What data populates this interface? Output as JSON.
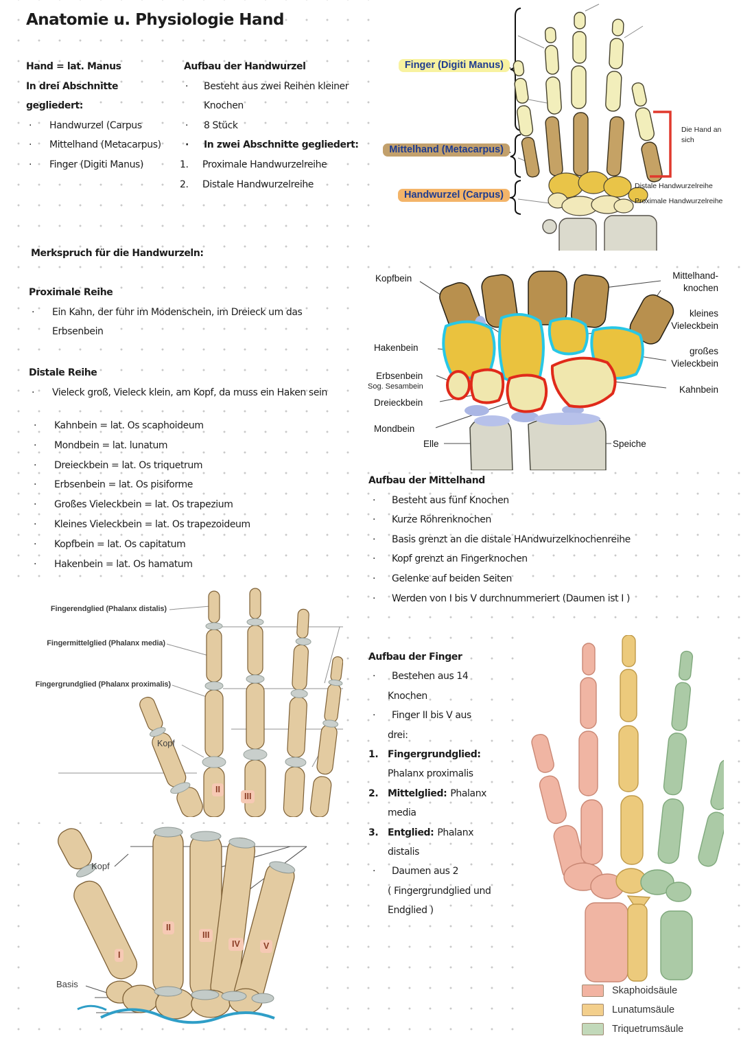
{
  "ui": {
    "bullet": "·"
  },
  "title": "Anatomie u. Physiologie Hand",
  "intro": {
    "line1": "Hand = lat. Manus",
    "line2": "In drei Abschnitte",
    "line3": "gegliedert:",
    "items": [
      "Handwurzel (Carpus",
      "Mittelhand (Metacarpus)",
      "Finger (Digiti Manus)"
    ]
  },
  "handwurzel_aufbau": {
    "heading": "Aufbau der Handwurzel",
    "b1_line1": "Besteht aus zwei Reihen kleiner",
    "b1_line2": "Knochen",
    "b2": "8 Stück",
    "b3": "In zwei Abschnitte gegliedert:",
    "num1": "1.",
    "num1_text": "Proximale Handwurzelreihe",
    "num2": "2.",
    "num2_text": "Distale Handwurzelreihe"
  },
  "hand_overview": {
    "finger_label": "Finger (Digiti Manus)",
    "mittelhand_label": "Mittelhand (Metacarpus)",
    "handwurzel_label": "Handwurzel (Carpus)",
    "die_hand_line1": "Die Hand an",
    "die_hand_line2": "sich",
    "distale": "Distale Handwurzelreihe",
    "proximale": "Proximale Handwurzelreihe",
    "finger_highlight": "#f8f2a0",
    "mittelhand_highlight": "#c2a06c",
    "handwurzel_highlight": "#f3b469",
    "bracket_red": "#e0392d"
  },
  "merkspruch": {
    "heading": "Merkspruch für die Handwurzeln:",
    "proximale_heading": "Proximale Reihe",
    "proximale_line1": "Ein Kahn, der fuhr im Modenschein, im Dreieck um das",
    "proximale_line2": "Erbsenbein",
    "distale_heading": "Distale Reihe",
    "distale_line1": "Vieleck groß, Vieleck klein, am Kopf, da muss ein Haken sein"
  },
  "bones_latin": [
    "Kahnbein = lat. Os scaphoideum",
    "Mondbein = lat. lunatum",
    "Dreieckbein = lat. Os triquetrum",
    "Erbsenbein = lat. Os pisiforme",
    "Großes Vieleckbein = lat. Os trapezium",
    "Kleines Vieleckbein = lat. Os trapezoideum",
    "Kopfbein = lat. Os capitatum",
    "Hakenbein = lat. Os hamatum"
  ],
  "carpal_diagram": {
    "kopfbein": "Kopfbein",
    "hakenbein": "Hakenbein",
    "erbsenbein": "Erbsenbein",
    "sesambein": "Sog. Sesambein",
    "dreieckbein": "Dreieckbein",
    "mondbein": "Mondbein",
    "elle": "Elle",
    "speiche": "Speiche",
    "mittelhand_line1": "Mittelhand-",
    "mittelhand_line2": "knochen",
    "kleines_line1": "kleines",
    "kleines_line2": "Vieleckbein",
    "grosses_line1": "großes",
    "grosses_line2": "Vieleckbein",
    "kahnbein": "Kahnbein",
    "distal_outline": "#27c7e6",
    "proximal_outline": "#e02a1a"
  },
  "mittelhand_aufbau": {
    "heading": "Aufbau der Mittelhand",
    "items": [
      "Besteht aus fünf Knochen",
      "Kurze Röhrenknochen",
      "Basis grenzt an die distale HAndwurzelknochenreihe",
      "Kopf grenzt an Fingerknochen",
      "Gelenke auf beiden Seiten",
      "Werden von I bis V durchnummeriert (Daumen ist I )"
    ]
  },
  "finger_diagram1": {
    "endglied": "Fingerendglied (Phalanx distalis)",
    "mittelglied": "Fingermittelglied (Phalanx media)",
    "grundglied": "Fingergrundglied (Phalanx proximalis)",
    "kopf": "Kopf",
    "numeral2": "II",
    "numeral3": "III"
  },
  "finger_aufbau": {
    "heading": "Aufbau der Finger",
    "b1_line1": "Bestehen aus 14",
    "b1_line2": "Knochen",
    "b2_line1": "Finger II bis V aus",
    "b2_line2": "drei:",
    "n1": "1.",
    "n1_bold": "Fingergrundglied:",
    "n1_line2": "Phalanx proximalis",
    "n2": "2.",
    "n2_bold": "Mittelglied:",
    "n2_rest": "Phalanx",
    "n2_line2": "media",
    "n3": "3.",
    "n3_bold": "Entglied:",
    "n3_rest": "Phalanx",
    "n3_line2": "distalis",
    "b3_line1": "Daumen aus 2",
    "b3_line2": "( Fingergrundglied und",
    "b3_line3": "Endglied )"
  },
  "metacarpal_diagram": {
    "kopf": "Kopf",
    "basis": "Basis",
    "numerals": [
      "I",
      "II",
      "III",
      "IV",
      "V"
    ]
  },
  "column_legend": {
    "items": [
      {
        "label": "Skaphoidsäule",
        "color": "#f2b3a1"
      },
      {
        "label": "Lunatumsäule",
        "color": "#f3cf8c"
      },
      {
        "label": "Triquetrumsäule",
        "color": "#c2d9ba"
      }
    ]
  },
  "badge_colors": {
    "bg": "#f6c9b4",
    "text": "#8a3c24"
  }
}
